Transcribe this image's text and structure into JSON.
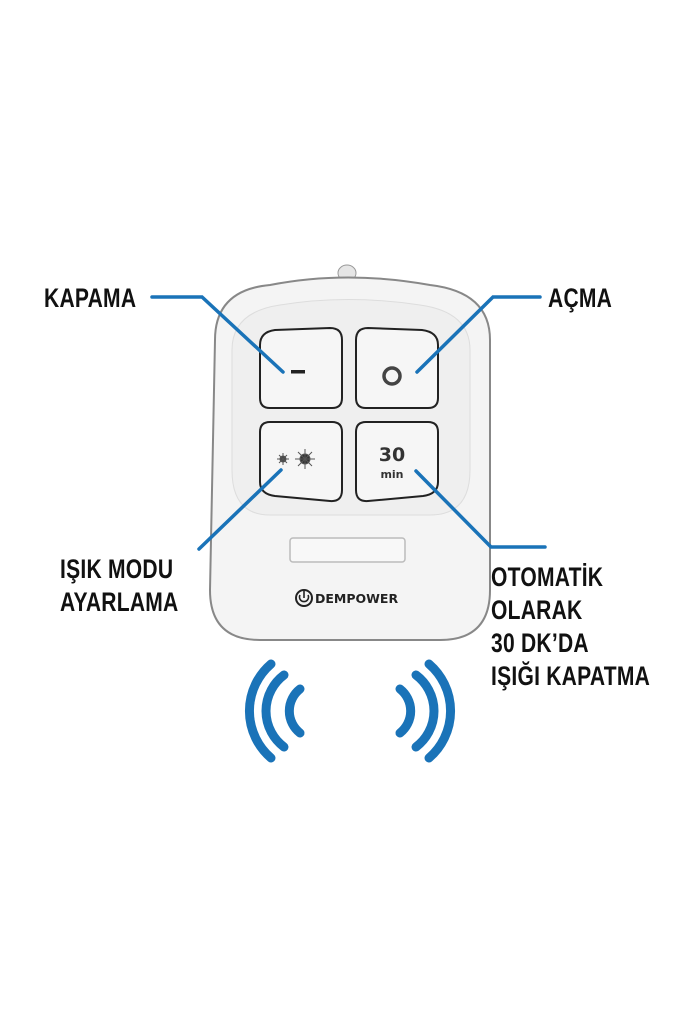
{
  "labels": {
    "off": "KAPAMA",
    "on": "AÇMA",
    "mode": [
      "IŞIK MODU",
      "AYARLAMA"
    ],
    "timer": [
      "OTOMATİK",
      "OLARAK",
      "30 DK’DA",
      "IŞIĞI KAPATMA"
    ]
  },
  "remote": {
    "off_button_symbol": "–",
    "timer_button": {
      "number": "30",
      "unit": "min"
    },
    "brand": "DEMPOWER"
  },
  "icons": [
    "minus-icon",
    "circle-icon",
    "brightness-icon",
    "power-icon",
    "signal-waves-icon"
  ],
  "colors": {
    "accent": "#1a73b8",
    "text": "#111111",
    "remote_body": "#f4f4f4"
  }
}
